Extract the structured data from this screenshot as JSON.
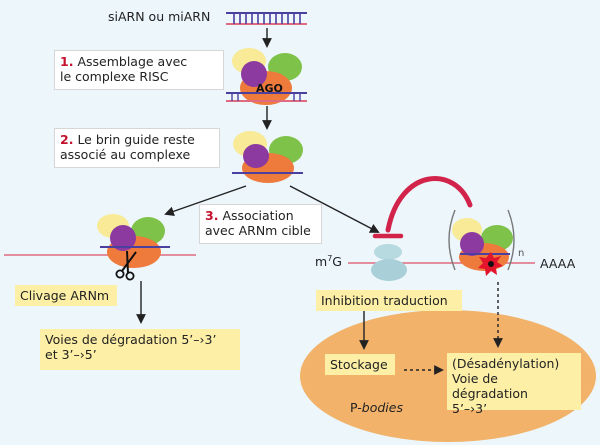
{
  "colors": {
    "background": "#ecf6fb",
    "label_box": "#fdf0a6",
    "rna_strand": "#e06b80",
    "guide_strand": "#4b3fa0",
    "inhibition_arc": "#d2234b",
    "p_bodies": "#f2b26a",
    "step_number": "#c4122f"
  },
  "top": {
    "label": "siARN ou miARN"
  },
  "steps": [
    {
      "number": "1.",
      "text_line1": "Assemblage avec",
      "text_line2": "le complexe RISC"
    },
    {
      "number": "2.",
      "text_line1": "Le brin guide reste",
      "text_line2": "associé au complexe"
    },
    {
      "number": "3.",
      "text_line1": "Association",
      "text_line2": "avec ARNm cible"
    }
  ],
  "ago_label": "AGO",
  "left_branch": {
    "cleavage_label": "Clivage ARNm",
    "degradation_line1": "Voies de dégradation 5’–›3’",
    "degradation_line2": "et 3’–›5’"
  },
  "right_branch": {
    "cap": {
      "base": "m",
      "sup": "7",
      "rest": "G"
    },
    "poly_a": "AAAA",
    "repeat": "n",
    "inhibition_label": "Inhibition traduction",
    "storage_label": "Stockage",
    "deadenylation_line1": "(Désadénylation)",
    "deadenylation_line2": "Voie de dégradation",
    "deadenylation_line3": "5’–›3’",
    "pbodies_prefix": "P-",
    "pbodies_italic": "bodies"
  },
  "icons": {
    "scissors": "scissors-icon",
    "ribosome": "ribosome-icon",
    "cleavage_burst": "burst-icon"
  }
}
